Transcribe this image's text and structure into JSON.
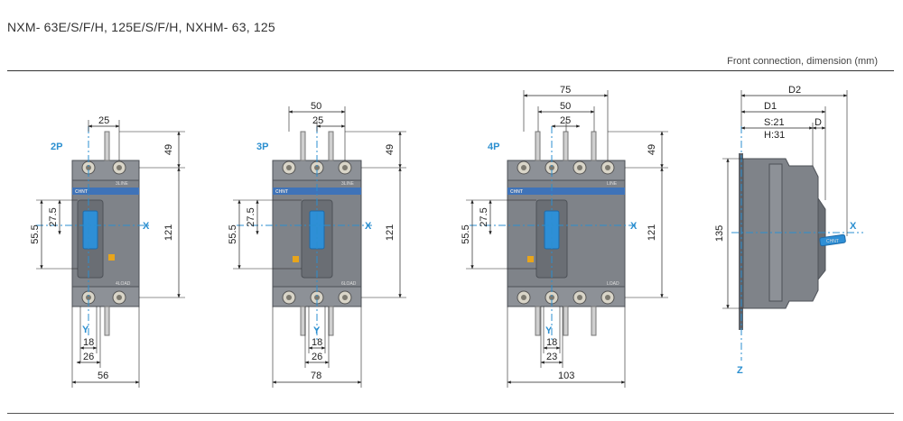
{
  "header": {
    "title": "NXM- 63E/S/F/H, 125E/S/F/H, NXHM- 63, 125",
    "subtitle": "Front connection, dimension (mm)"
  },
  "views": {
    "p2": {
      "pole_label": "2P",
      "dims": {
        "top_pitch": "25",
        "top_offset": "49",
        "height": "121",
        "h_555": "55.5",
        "h_275": "27.5",
        "b18": "18",
        "b26": "26",
        "width": "56"
      },
      "axis_x": "X",
      "axis_y": "Y",
      "terminals_top": "3LINE",
      "terminals_bottom": "4LOAD"
    },
    "p3": {
      "pole_label": "3P",
      "dims": {
        "top_pitch_outer": "50",
        "top_pitch": "25",
        "top_offset": "49",
        "height": "121",
        "h_555": "55.5",
        "h_275": "27.5",
        "b18": "18",
        "b26": "26",
        "width": "78"
      },
      "axis_x": "X",
      "axis_y": "Y",
      "terminals_top": "3LINE",
      "terminals_bottom": "6LOAD"
    },
    "p4": {
      "pole_label": "4P",
      "dims": {
        "top_pitch_75": "75",
        "top_pitch_50": "50",
        "top_pitch": "25",
        "top_offset": "49",
        "height": "121",
        "h_555": "55.5",
        "h_275": "27.5",
        "b18": "18",
        "b23": "23",
        "width": "103"
      },
      "axis_x": "X",
      "axis_y": "Y",
      "terminals_top": "LINE",
      "terminals_bottom": "LOAD"
    },
    "side": {
      "dims": {
        "d2": "D2",
        "d1": "D1",
        "s21": "S:21",
        "h31": "H:31",
        "d": "D",
        "height": "135"
      },
      "axis_x": "X",
      "axis_z": "Z"
    }
  },
  "brand": "CHNT",
  "colors": {
    "body": "#7f8389",
    "body_dark": "#5f636a",
    "handle": "#2e8fd6",
    "accent_blue": "#2b8fd0",
    "label_yellow": "#e8a51b",
    "line": "#222222"
  }
}
